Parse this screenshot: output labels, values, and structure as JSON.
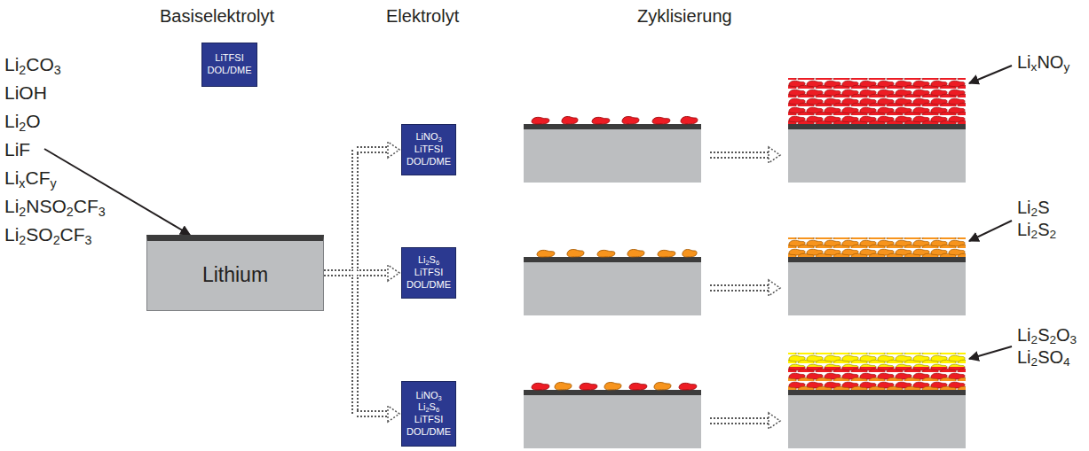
{
  "diagram": {
    "nodes": [
      {
        "text": [
          "LiTFSI",
          "DOL/DME"
        ]
      },
      {
        "text": [
          "Lithium"
        ]
      },
      {
        "text": [
          "LiNO3",
          "LiTFSI",
          "DOL/DME"
        ]
      },
      {
        "text": [
          "Li2S6",
          "LiTFSI",
          "DOL/DME"
        ]
      },
      {
        "text": [
          "LiNO3",
          "Li2S6",
          "LiTFSI",
          "DOL/DME"
        ]
      }
    ],
    "edges": [
      {
        "from": 1,
        "to": 2,
        "arrow": "to"
      },
      {
        "from": 1,
        "to": 3,
        "arrow": "to"
      },
      {
        "from": 1,
        "to": 4,
        "arrow": "to"
      }
    ],
    "labels": [
      "Basiselektrolyt",
      "Elektrolyt",
      "Zyklisierung",
      "Li2CO3",
      "LiOH",
      "Li2O",
      "LiF",
      "LixCFy",
      "Li2NSO2CF3",
      "Li2SO2CF3",
      "LixNOy",
      "Li2S",
      "Li2S2",
      "Li2S2O3",
      "Li2SO4"
    ]
  }
}
